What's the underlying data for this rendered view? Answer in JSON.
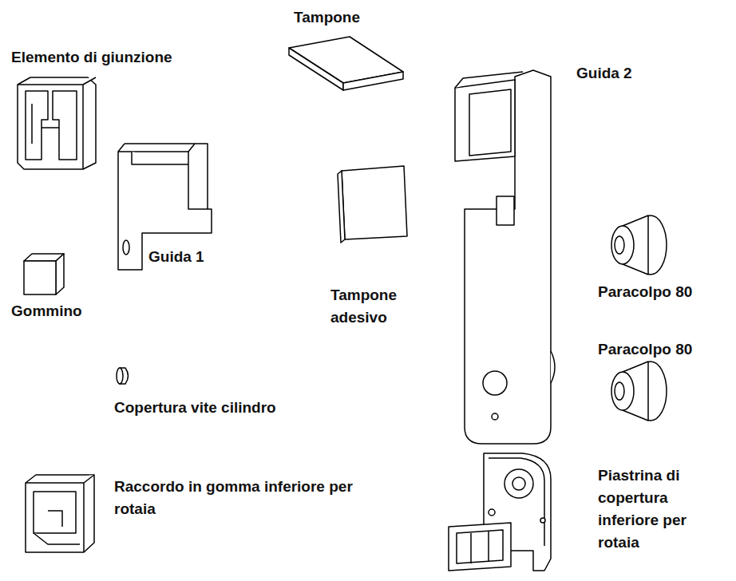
{
  "diagram": {
    "labels": [
      "Tampone",
      "Elemento di giunzione",
      "Guida 2",
      "Guida 1",
      "Paracolpo 80",
      "Tampone adesivo",
      "Gommino",
      "Paracolpo 80",
      "Copertura vite cilindro",
      "Raccordo in gomma inferiore per rotaia",
      "Piastrina di copertura inferiore per rotaia"
    ]
  }
}
